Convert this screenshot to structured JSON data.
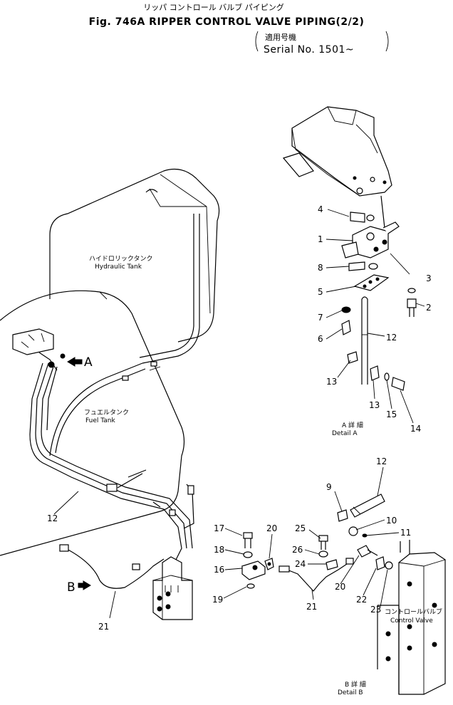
{
  "header": {
    "title_jp": "リッパ コントロール バルブ パイピング",
    "title": "Fig. 746A RIPPER CONTROL VALVE PIPING(2/2)",
    "applicability_jp": "適用号機",
    "serial": "Serial No. 1501~"
  },
  "labels": {
    "hydraulic_tank_jp": "ハイドロリックタンク",
    "hydraulic_tank": "Hydraulic Tank",
    "fuel_tank_jp": "フュエルタンク",
    "fuel_tank": "Fuel Tank",
    "control_valve_jp": "コントロールバルブ",
    "control_valve": "Control Valve",
    "detail_a_jp": "A 詳 細",
    "detail_a": "Detail A",
    "detail_b_jp": "B 詳 細",
    "detail_b": "Detail B",
    "arrow_a": "A",
    "arrow_b": "B"
  },
  "callouts": {
    "p1": "1",
    "p2": "2",
    "p3": "3",
    "p4": "4",
    "p5": "5",
    "p6": "6",
    "p7": "7",
    "p8": "8",
    "p9": "9",
    "p10": "10",
    "p11": "11",
    "p12a": "12",
    "p12b": "12",
    "p12c": "12",
    "p13a": "13",
    "p13b": "13",
    "p14": "14",
    "p15": "15",
    "p16": "16",
    "p17": "17",
    "p18": "18",
    "p19": "19",
    "p20a": "20",
    "p20b": "20",
    "p21a": "21",
    "p21b": "21",
    "p22": "22",
    "p23": "23",
    "p24": "24",
    "p25": "25",
    "p26": "26"
  }
}
